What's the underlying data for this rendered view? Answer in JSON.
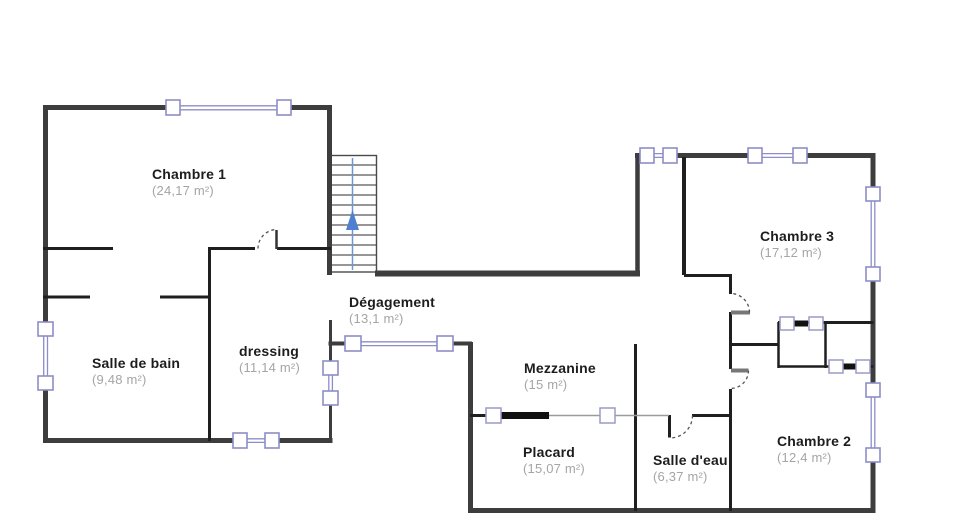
{
  "plan": {
    "type": "floor-plan",
    "rooms": [
      {
        "id": "chambre-1",
        "name": "Chambre 1",
        "area": "(24,17 m²)"
      },
      {
        "id": "salle-de-bain",
        "name": "Salle de bain",
        "area": "(9,48 m²)"
      },
      {
        "id": "dressing",
        "name": "dressing",
        "area": "(11,14 m²)"
      },
      {
        "id": "degagement",
        "name": "Dégagement",
        "area": "(13,1 m²)"
      },
      {
        "id": "mezzanine",
        "name": "Mezzanine",
        "area": "(15 m²)"
      },
      {
        "id": "placard",
        "name": "Placard",
        "area": "(15,07 m²)"
      },
      {
        "id": "salle-deau",
        "name": "Salle d'eau",
        "area": "(6,37 m²)"
      },
      {
        "id": "chambre-2",
        "name": "Chambre 2",
        "area": "(12,4 m²)"
      },
      {
        "id": "chambre-3",
        "name": "Chambre 3",
        "area": "(17,12 m²)"
      }
    ],
    "stairs": {
      "symbol": "up-arrow"
    },
    "colors": {
      "exterior_wall": "#3d3d3d",
      "interior_wall": "#1f1f1f",
      "window": "#8d8dc8",
      "stairs_arrow": "#4f7fd0",
      "room_name": "#1d1d1d",
      "room_area": "#a5a5a5"
    }
  }
}
